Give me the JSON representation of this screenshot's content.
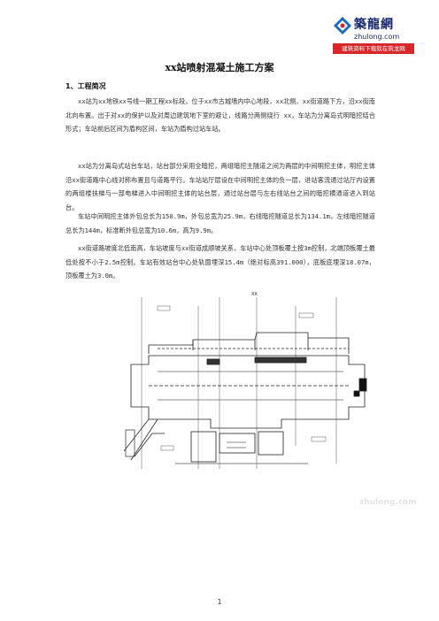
{
  "logo": {
    "brand": "築龍網",
    "site": "zhulong.com",
    "banner": "建筑资料下载就在筑龙网"
  },
  "document": {
    "title": "xx站喷射混凝土施工方案",
    "section_heading": "1、工程简况",
    "paragraphs": [
      "xx站为xx地铁xx号线一期工程xx标段，位于xx市古城墙内中心地段，xx北侧、xx街道路下方，沿xx街南北向布置。出于对xx的保护以及对周边建筑地下室的避让，线路分两侧绕行 xx，车站为分离岛式明暗挖结合形式；车站前后区间为盾构区间，车站为盾构过站车站。",
      "xx站为分离岛式站台车站，站台部分采用全暗挖，两组暗挖主隧道之间为两层的中间明挖主体，明挖主体沿xx街道路中心线对称布置且与道路平行。车站站厅层设在中间明挖主体的负一层，进站客流通过站厅内设置的两组楼扶梯与一部电梯进入中间明挖主体的站台层，通过站台层与左右线站台之间的暗挖横通道进入到站台。",
      "车站中间明挖主体外包总长为150.9m，外包总宽为25.9m，右线暗挖隧道总长为134.1m，左线暗挖隧道总长为144m，标准断外包总宽为10.6m，高为9.9m。",
      "xx街道路坡度北低南高，车站坡度与xx街道成顺坡关系，车站中心处顶板覆土按3m控制，北端顶板覆土最低处按不小于2.5m控制。车站有效站台中心处轨面埋深15.4m（绝对标高391.000），底板底埋深18.07m，顶板覆土为3.0m。"
    ],
    "drawing_label": "XX",
    "page_number": "1",
    "watermark": "zhulong.com"
  }
}
